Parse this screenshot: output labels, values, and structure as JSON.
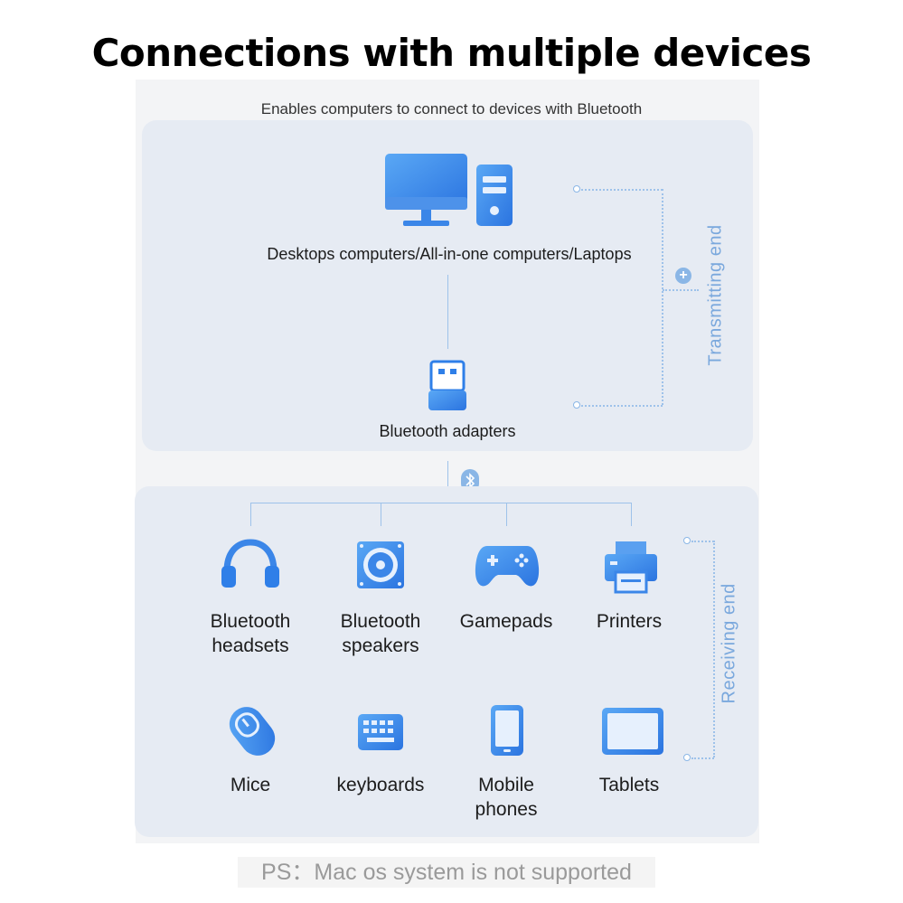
{
  "title": "Connections with multiple devices",
  "subtitle": "Enables computers to connect to devices with Bluetooth",
  "computers_label": "Desktops computers/All-in-one computers/Laptops",
  "adapter_label": "Bluetooth adapters",
  "transmitting_label": "Transmitting end",
  "receiving_label": "Receiving end",
  "devices": {
    "headsets": [
      "Bluetooth",
      "headsets"
    ],
    "speakers": [
      "Bluetooth",
      "speakers"
    ],
    "gamepads": "Gamepads",
    "printers": "Printers",
    "mice": "Mice",
    "keyboards": "keyboards",
    "phones": [
      "Mobile",
      "phones"
    ],
    "tablets": "Tablets"
  },
  "footer": "PS：Mac os system is not supported",
  "colors": {
    "accent": "#2f80ed",
    "accent_light": "#5aa0f0",
    "line": "#9ec2ea",
    "panel": "#e6ebf3"
  },
  "icons": [
    "monitor-icon",
    "pc-tower-icon",
    "usb-adapter-icon",
    "bluetooth-icon",
    "headset-icon",
    "speaker-icon",
    "gamepad-icon",
    "printer-icon",
    "mouse-icon",
    "keyboard-icon",
    "phone-icon",
    "tablet-icon",
    "plus-icon"
  ]
}
